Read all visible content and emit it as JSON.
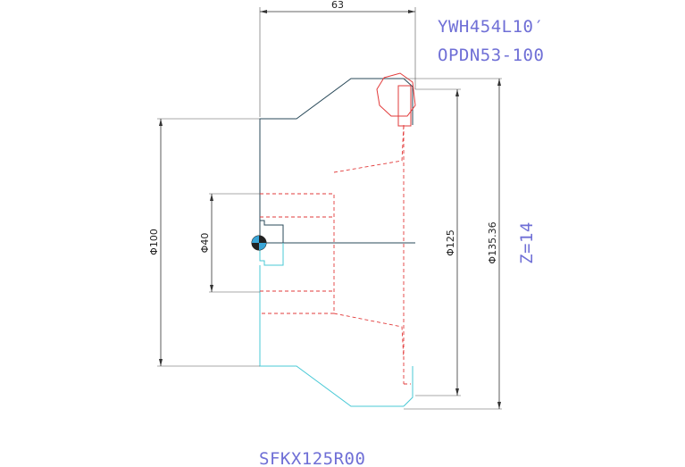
{
  "drawing": {
    "top_width_dim": "63",
    "dia_outer_left": "Φ100",
    "dia_bore": "Φ40",
    "dia_right_1": "Φ125",
    "dia_right_2": "Φ135.36",
    "tooth_count": "Z=14",
    "tool_code_line1": "YWH454L10′",
    "tool_code_line2": "OPDN53-100",
    "part_number": "SFKX125R00",
    "colors": {
      "label": "#6f6fd6",
      "profile": "#2a4a5a",
      "profile_lower": "#49c9d6",
      "hidden": "#e23b3b"
    }
  }
}
